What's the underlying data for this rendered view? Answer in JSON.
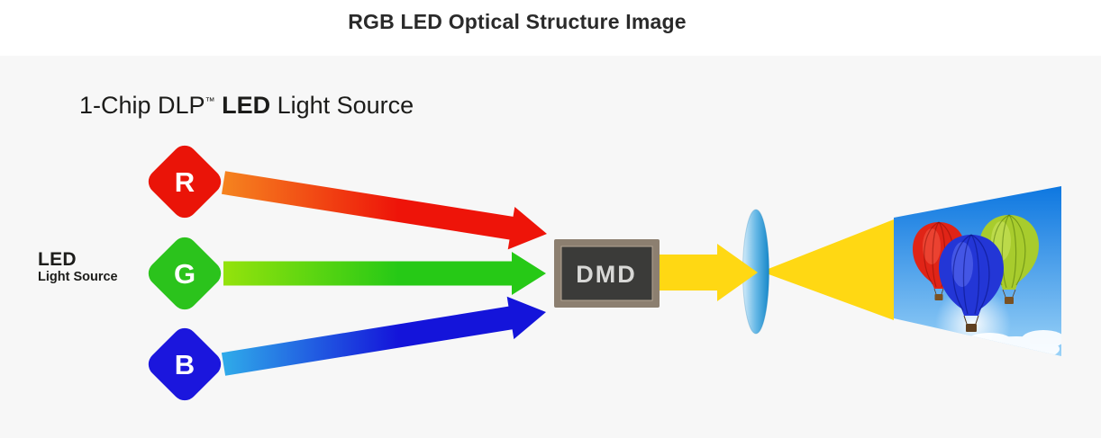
{
  "title": {
    "text": "RGB LED Optical Structure Image"
  },
  "headline": {
    "prefix": "1-Chip DLP",
    "trademark": "™",
    "emphasis": "LED",
    "suffix": "Light Source"
  },
  "source_label": {
    "line1": "LED",
    "line2": "Light Source"
  },
  "channels": [
    {
      "id": "red",
      "letter": "R",
      "diamond_color": "#ea1408",
      "arrow_gradient": [
        "#f5821f",
        "#ee1409"
      ]
    },
    {
      "id": "green",
      "letter": "G",
      "diamond_color": "#2bc31c",
      "arrow_gradient": [
        "#93e20c",
        "#26c916"
      ]
    },
    {
      "id": "blue",
      "letter": "B",
      "diamond_color": "#1b16dd",
      "arrow_gradient": [
        "#2fa9e9",
        "#1414da"
      ]
    }
  ],
  "dmd": {
    "label": "DMD",
    "frame_color": "#8c7f70",
    "panel_color": "#3b3b39",
    "label_color": "#d8d8d6"
  },
  "projection": {
    "beam_color": "#ffd813",
    "lens_gradient": [
      "#d7edfa",
      "#66b8e6",
      "#1486c8"
    ]
  },
  "screen": {
    "content": "hot-air-balloons-photo",
    "sky": [
      "#0c76e0",
      "#9ad2f7"
    ],
    "balloons": [
      {
        "name": "red-balloon",
        "color": "#e02417"
      },
      {
        "name": "green-balloon",
        "color": "#a8cc2d"
      },
      {
        "name": "blue-balloon",
        "color": "#2336d6"
      }
    ]
  },
  "background": {
    "page": "#ffffff",
    "panel": "#f7f7f7"
  }
}
